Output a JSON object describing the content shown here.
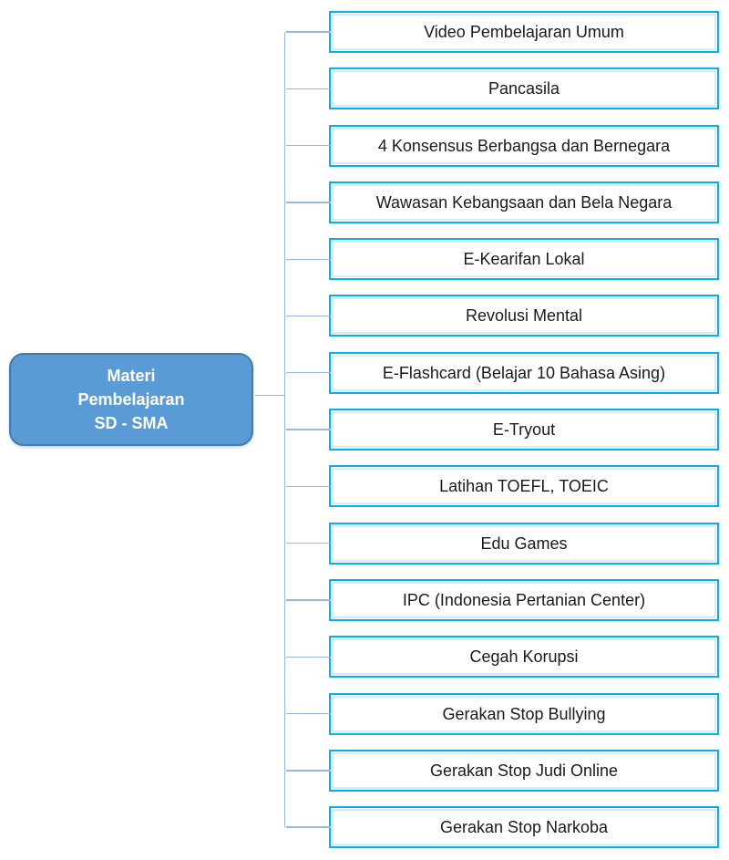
{
  "diagram": {
    "type": "tree",
    "root": {
      "label": "Materi\nPembelajaran\nSD - SMA"
    },
    "children": [
      "Video Pembelajaran Umum",
      "Pancasila",
      "4 Konsensus Berbangsa dan Bernegara",
      "Wawasan Kebangsaan dan Bela Negara",
      "E-Kearifan Lokal",
      "Revolusi Mental",
      "E-Flashcard (Belajar 10 Bahasa Asing)",
      "E-Tryout",
      "Latihan TOEFL, TOEIC",
      "Edu Games",
      "IPC (Indonesia Pertanian Center)",
      "Cegah Korupsi",
      "Gerakan Stop Bullying",
      "Gerakan Stop Judi Online",
      "Gerakan Stop Narkoba"
    ],
    "colors": {
      "root_fill": "#5B9BD5",
      "root_border": "#4478B0",
      "root_text": "#FFFFFF",
      "child_fill": "#FFFFFF",
      "child_border": "#0AAEEA",
      "child_border_inner": "#9EDFF7",
      "connector": "#96B9DF",
      "text": "#1A1A1A"
    }
  }
}
